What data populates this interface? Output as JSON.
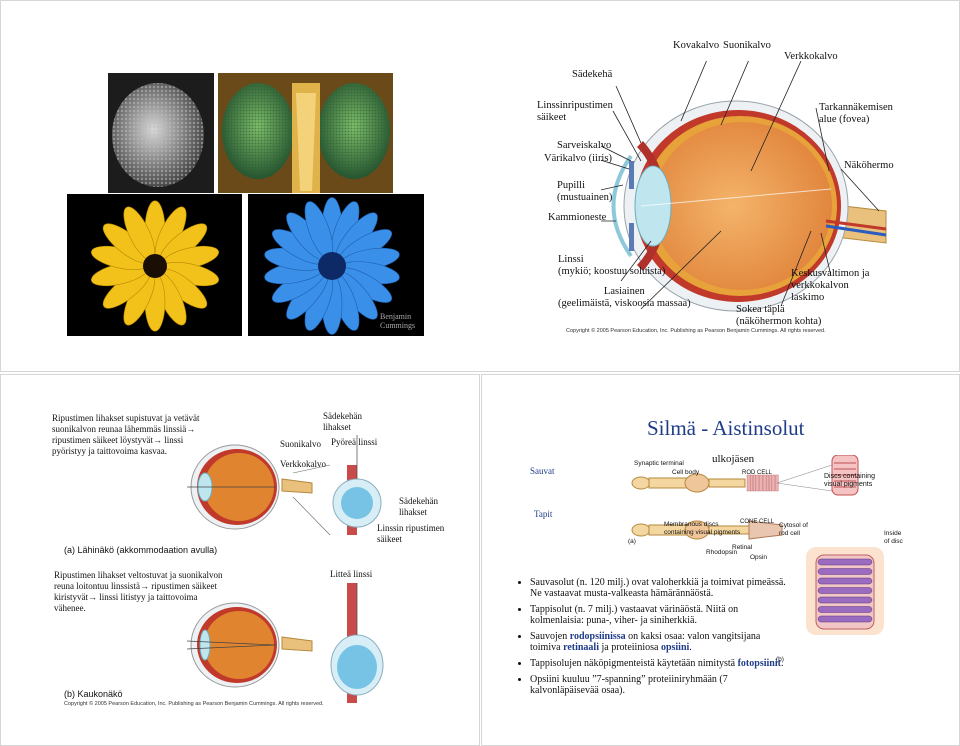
{
  "slide1": {
    "photo_credit": "Benjamin\nCummings",
    "labels": {
      "kovakalvo": "Kovakalvo",
      "suonikalvo": "Suonikalvo",
      "verkkokalvo": "Verkkokalvo",
      "sadekeha": "Sädekehä",
      "linssinripustimen": "Linssinripustimen\nsäikeet",
      "tarkannakemisen": "Tarkannäkemisen\nalue (fovea)",
      "sarveiskalvo": "Sarveiskalvo",
      "varikalvo": "Värikalvo (iiris)",
      "nakohermo": "Näköhermo",
      "pupilli": "Pupilli\n(mustuainen)",
      "kammioneste": "Kammioneste",
      "linssi": "Linssi\n(mykiö; koostuu soluista)",
      "lasiainen": "Lasiainen\n(geelimäistä, viskoosia massaa)",
      "keskusvaltimon": "Keskusvaltimon ja\nverkkokalvon\nlaskimo",
      "sokea_tapla": "Sokea täplä\n(näköhermon kohta)"
    },
    "copyright": "Copyright © 2005 Pearson Education, Inc. Publishing as Pearson Benjamin Cummings. All rights reserved."
  },
  "slide2": {
    "text_top": "Ripustimen lihakset supistuvat ja vetävät\nsuonikalvon reunaa lähemmäs linssiä→\nripustimen säikeet löystyvät→ linssi\npyöristyy ja taittovoima kasvaa.",
    "sadekehan_lihakset_top": "Sädekehän\nlihakset",
    "suonikalvo": "Suonikalvo",
    "pyorea_linssi": "Pyöreä linssi",
    "verkkokalvo": "Verkkokalvo",
    "sadekehan_lihakset_mid": "Sädekehän\nlihakset",
    "linssin_ripustimen": "Linssin ripustimen\nsäikeet",
    "caption_a": "(a) Lähinäkö (akkommodaation avulla)",
    "text_bottom": "Ripustimen lihakset veltostuvat ja suonikalvon\nreuna loitontuu linssistä→ ripustimen säikeet\nkiristyvät→ linssi litistyy ja taittovoima\nvähenee.",
    "littea_linssi": "Litteä linssi",
    "caption_b": "(b) Kaukonäkö",
    "copyright": "Copyright © 2005 Pearson Education, Inc. Publishing as Pearson Benjamin Cummings. All rights reserved."
  },
  "slide3": {
    "title": "Silmä - Aistinsolut",
    "sauvat": "Sauvat",
    "tapit": "Tapit",
    "ulkojasen": "ulkojäsen",
    "synaptic_terminal": "Synaptic terminal",
    "cell_body": "Cell body",
    "rod_cell": "ROD CELL",
    "discs_visual": "Discs containing\nvisual pigments",
    "cone_cell": "CONE CELL",
    "membranous_discs": "Membranous discs\ncontaining visual pigments",
    "panel_a": "(a)",
    "retinal": "Retinal",
    "rhodopsin": "Rhodopsin",
    "opsin": "Opsin",
    "cytosol": "Cytosol of\nrod cell",
    "inside_disc": "Inside\nof disc",
    "panel_b": "(b)",
    "bullets": [
      {
        "pre": "Sauvasolut (n. 120 milj.) ovat valoherkkiä ja toimivat pimeässä. Ne vastaavat musta-valkeasta hämärännäöstä.",
        "hl": "",
        "post": ""
      },
      {
        "pre": "Tappisolut (n. 7 milj.) vastaavat värinäöstä. Niitä on kolmenlaisia: puna-, viher- ja siniherkkiä.",
        "hl": "",
        "post": ""
      },
      {
        "pre": "Sauvojen ",
        "hl": "rodopsiinissa",
        "post": " on kaksi osaa: valon vangitsijana toimiva "
      },
      {
        "pre": "",
        "hl": "",
        "post": ""
      },
      {
        "pre": "Tappisolujen näköpigmenteistä käytetään nimitystä ",
        "hl": "fotopsiinit",
        "post": "."
      },
      {
        "pre": "Opsiini kuuluu ”7-spanning” proteiiniryhmään (7 kalvonläpäisevää osaa).",
        "hl": "",
        "post": ""
      }
    ],
    "bullet3_retinaali": "retinaali",
    "bullet3_mid": " ja proteiiniosa ",
    "bullet3_opsiini": "opsiini",
    "bullet3_end": "."
  }
}
